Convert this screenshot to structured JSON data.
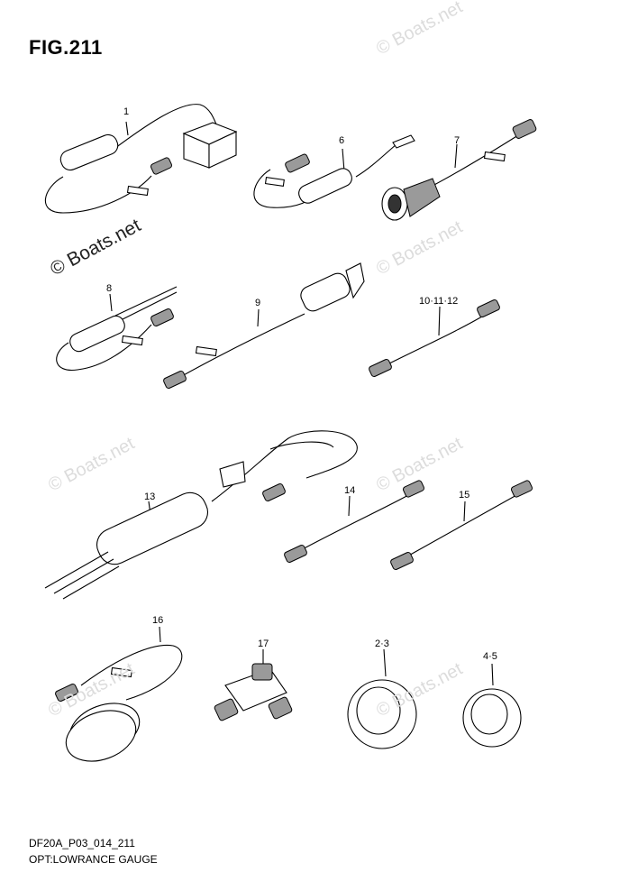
{
  "figure": {
    "title": "FIG.211"
  },
  "watermark": {
    "text": "© Boats.net"
  },
  "parts": [
    {
      "id": "1",
      "label": "1"
    },
    {
      "id": "6",
      "label": "6"
    },
    {
      "id": "7",
      "label": "7"
    },
    {
      "id": "8",
      "label": "8"
    },
    {
      "id": "9",
      "label": "9"
    },
    {
      "id": "10-11-12",
      "label": "10·11·12"
    },
    {
      "id": "13",
      "label": "13"
    },
    {
      "id": "14",
      "label": "14"
    },
    {
      "id": "15",
      "label": "15"
    },
    {
      "id": "16",
      "label": "16"
    },
    {
      "id": "17",
      "label": "17"
    },
    {
      "id": "2-3",
      "label": "2·3"
    },
    {
      "id": "4-5",
      "label": "4·5"
    }
  ],
  "footer": {
    "code": "DF20A_P03_014_211",
    "caption": "OPT:LOWRANCE GAUGE"
  }
}
